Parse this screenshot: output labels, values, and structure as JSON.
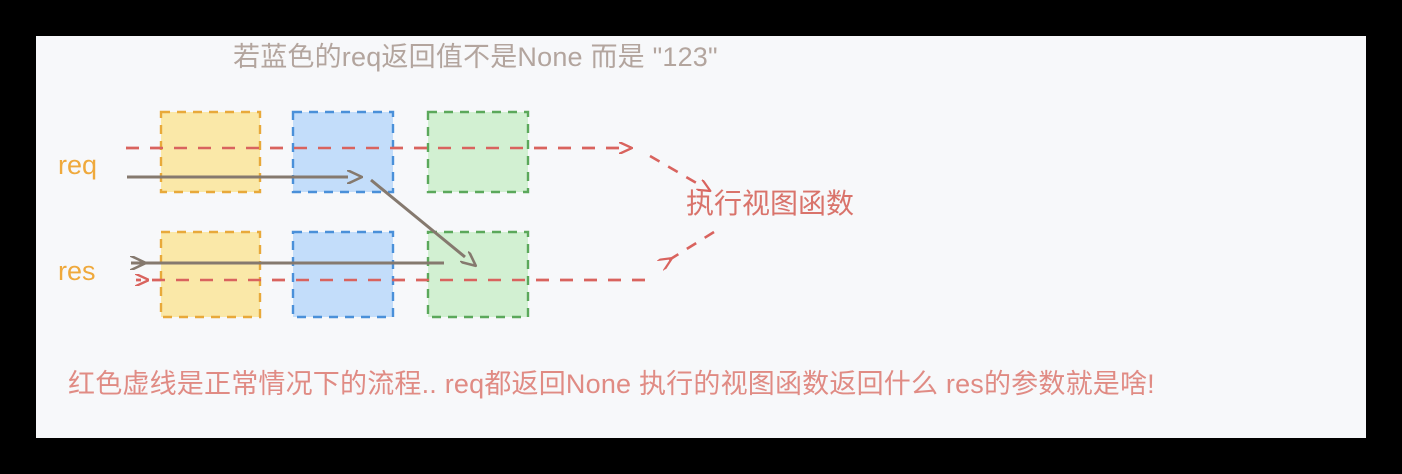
{
  "canvas": {
    "background": "#F7F8FA",
    "outer_background": "#000000"
  },
  "title": {
    "text": "若蓝色的req返回值不是None 而是 \"123\"",
    "color": "#B3A59E"
  },
  "lanes": [
    {
      "name": "req",
      "label": "req",
      "color": "#EFA93C"
    },
    {
      "name": "res",
      "label": "res",
      "color": "#EFA93C"
    }
  ],
  "middlewares": [
    {
      "name": "middleware-1",
      "fill": "#FAE8A8",
      "stroke": "#E8A93A"
    },
    {
      "name": "middleware-2",
      "fill": "#C3DDFA",
      "stroke": "#4A90D9"
    },
    {
      "name": "middleware-3",
      "fill": "#D2F0D2",
      "stroke": "#5BA85B"
    }
  ],
  "annotations": {
    "view_function": {
      "text": "执行视图函数",
      "color": "#D9736B"
    }
  },
  "caption": {
    "text": "红色虚线是正常情况下的流程.. req都返回None 执行的视图函数返回什么 res的参数就是啥!",
    "color": "#E08B84"
  },
  "colors": {
    "red_dashed": "#D9635E",
    "gray_solid": "#85796E",
    "yellow_fill": "#FAE8A8",
    "yellow_stroke": "#E8A93A",
    "blue_fill": "#C3DDFA",
    "blue_stroke": "#4A90D9",
    "green_fill": "#D2F0D2",
    "green_stroke": "#5BA85B"
  }
}
